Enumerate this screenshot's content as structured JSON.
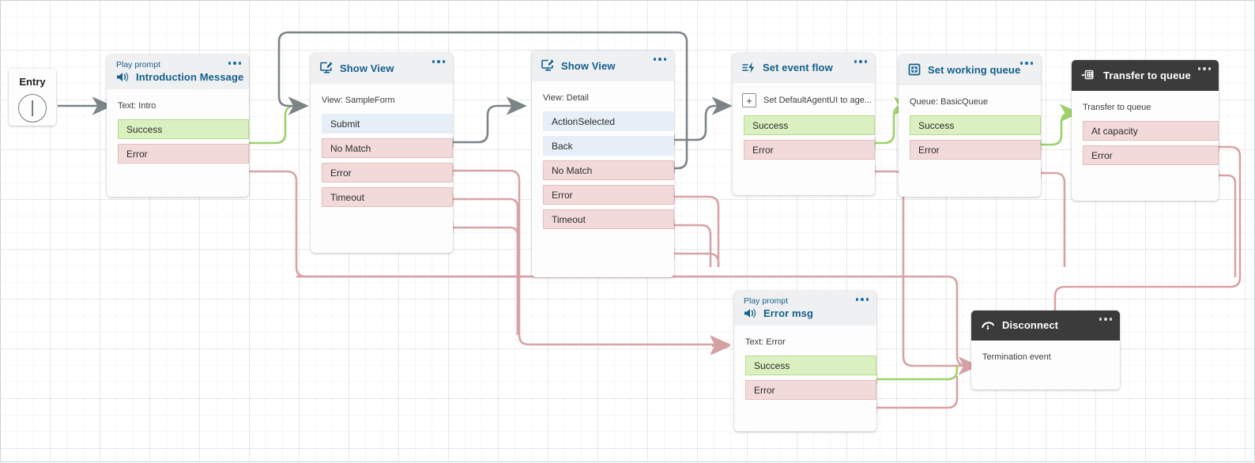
{
  "canvas": {
    "grid": true,
    "bg": "#ffffff"
  },
  "colors": {
    "success": "#dbf0c0",
    "success_border": "#b4dc8c",
    "error": "#f3dada",
    "error_border": "#e4bdbd",
    "neutral": "#e6eff7",
    "title": "#15608d",
    "dark_header": "#3b3b3b",
    "edge_default": "#7c8487",
    "edge_success": "#9ed16c",
    "edge_error": "#d8a3a6"
  },
  "entry": {
    "label": "Entry",
    "icon": "entry-circle-icon"
  },
  "nodes": [
    {
      "id": "introduction-message",
      "kicker": "Play prompt",
      "title": "Introduction Message",
      "icon": "speaker-icon",
      "dark": false,
      "body": {
        "type": "text",
        "value": "Text: Intro"
      },
      "ports": [
        {
          "label": "Success",
          "kind": "success"
        },
        {
          "label": "Error",
          "kind": "error"
        }
      ]
    },
    {
      "id": "show-view-sampleform",
      "kicker": "",
      "title": "Show View",
      "icon": "show-view-icon",
      "dark": false,
      "body": {
        "type": "text",
        "value": "View: SampleForm"
      },
      "ports": [
        {
          "label": "Submit",
          "kind": "neutral"
        },
        {
          "label": "No Match",
          "kind": "error"
        },
        {
          "label": "Error",
          "kind": "error"
        },
        {
          "label": "Timeout",
          "kind": "error"
        }
      ]
    },
    {
      "id": "show-view-detail",
      "kicker": "",
      "title": "Show View",
      "icon": "show-view-icon",
      "dark": false,
      "body": {
        "type": "text",
        "value": "View: Detail"
      },
      "ports": [
        {
          "label": "ActionSelected",
          "kind": "neutral"
        },
        {
          "label": "Back",
          "kind": "neutral"
        },
        {
          "label": "No Match",
          "kind": "error"
        },
        {
          "label": "Error",
          "kind": "error"
        },
        {
          "label": "Timeout",
          "kind": "error"
        }
      ]
    },
    {
      "id": "set-event-flow",
      "kicker": "",
      "title": "Set event flow",
      "icon": "event-flow-icon",
      "dark": false,
      "body": {
        "type": "action",
        "value": "Set DefaultAgentUI to age..."
      },
      "ports": [
        {
          "label": "Success",
          "kind": "success"
        },
        {
          "label": "Error",
          "kind": "error"
        }
      ]
    },
    {
      "id": "set-working-queue",
      "kicker": "",
      "title": "Set working queue",
      "icon": "queue-icon",
      "dark": false,
      "body": {
        "type": "text",
        "value": "Queue: BasicQueue"
      },
      "ports": [
        {
          "label": "Success",
          "kind": "success"
        },
        {
          "label": "Error",
          "kind": "error"
        }
      ]
    },
    {
      "id": "transfer-to-queue",
      "kicker": "",
      "title": "Transfer to queue",
      "icon": "transfer-queue-icon",
      "dark": true,
      "body": {
        "type": "text",
        "value": "Transfer to queue"
      },
      "ports": [
        {
          "label": "At capacity",
          "kind": "error"
        },
        {
          "label": "Error",
          "kind": "error"
        }
      ]
    },
    {
      "id": "error-msg",
      "kicker": "Play prompt",
      "title": "Error msg",
      "icon": "speaker-icon",
      "dark": false,
      "body": {
        "type": "text",
        "value": "Text: Error"
      },
      "ports": [
        {
          "label": "Success",
          "kind": "success"
        },
        {
          "label": "Error",
          "kind": "error"
        }
      ]
    },
    {
      "id": "disconnect",
      "kicker": "",
      "title": "Disconnect",
      "icon": "disconnect-icon",
      "dark": true,
      "body": {
        "type": "text",
        "value": "Termination event"
      },
      "ports": []
    }
  ],
  "edges": [
    {
      "from": "entry",
      "to": "introduction-message",
      "color": "default"
    },
    {
      "from": "introduction-message.Success",
      "to": "show-view-sampleform",
      "color": "success"
    },
    {
      "from": "introduction-message.Error",
      "to": "error-msg",
      "color": "error"
    },
    {
      "from": "show-view-sampleform.Submit",
      "to": "show-view-detail",
      "color": "default"
    },
    {
      "from": "show-view-sampleform.No Match",
      "to": "error-msg",
      "color": "error"
    },
    {
      "from": "show-view-sampleform.Error",
      "to": "error-msg",
      "color": "error"
    },
    {
      "from": "show-view-sampleform.Timeout",
      "to": "error-msg",
      "color": "error"
    },
    {
      "from": "show-view-detail.ActionSelected",
      "to": "set-event-flow",
      "color": "default"
    },
    {
      "from": "show-view-detail.Back",
      "to": "show-view-sampleform",
      "color": "default"
    },
    {
      "from": "show-view-detail.No Match",
      "to": "error-msg",
      "color": "error"
    },
    {
      "from": "show-view-detail.Error",
      "to": "error-msg",
      "color": "error"
    },
    {
      "from": "show-view-detail.Timeout",
      "to": "error-msg",
      "color": "error"
    },
    {
      "from": "set-event-flow.Success",
      "to": "set-working-queue",
      "color": "success"
    },
    {
      "from": "set-event-flow.Error",
      "to": "disconnect",
      "color": "error"
    },
    {
      "from": "set-working-queue.Success",
      "to": "transfer-to-queue",
      "color": "success"
    },
    {
      "from": "set-working-queue.Error",
      "to": "disconnect",
      "color": "error"
    },
    {
      "from": "transfer-to-queue.At capacity",
      "to": "disconnect",
      "color": "error"
    },
    {
      "from": "transfer-to-queue.Error",
      "to": "disconnect",
      "color": "error"
    },
    {
      "from": "error-msg.Success",
      "to": "disconnect",
      "color": "success"
    },
    {
      "from": "error-msg.Error",
      "to": "disconnect",
      "color": "error"
    }
  ]
}
